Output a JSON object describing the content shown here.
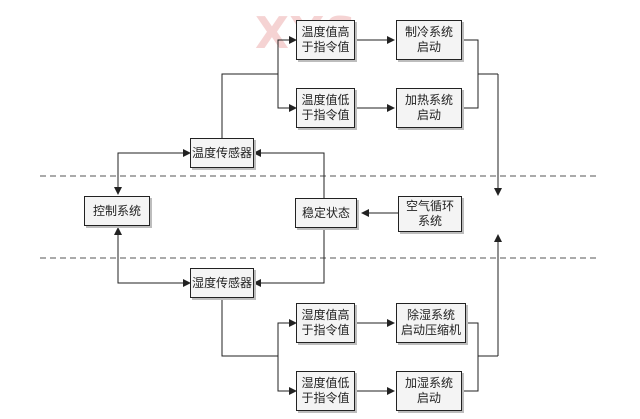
{
  "watermark": "XYS",
  "nodes": {
    "control": "控制系统",
    "temp_sensor": "温度传感器",
    "humid_sensor": "湿度传感器",
    "stable": "稳定状态",
    "air": {
      "l1": "空气循环",
      "l2": "系统"
    },
    "temp_high": {
      "l1": "温度值高",
      "l2": "于指令值"
    },
    "temp_low": {
      "l1": "温度值低",
      "l2": "于指令值"
    },
    "cool": {
      "l1": "制冷系统",
      "l2": "启动"
    },
    "heat": {
      "l1": "加热系统",
      "l2": "启动"
    },
    "humid_high": {
      "l1": "湿度值高",
      "l2": "于指令值"
    },
    "humid_low": {
      "l1": "湿度值低",
      "l2": "于指令值"
    },
    "dehumid": {
      "l1": "除湿系统",
      "l2": "启动压缩机"
    },
    "humidify": {
      "l1": "加湿系统",
      "l2": "启动"
    }
  },
  "colors": {
    "line": "#222222",
    "divider": "#555555",
    "box_fill": "#f4f4f4",
    "watermark": "#f3c9c9"
  }
}
